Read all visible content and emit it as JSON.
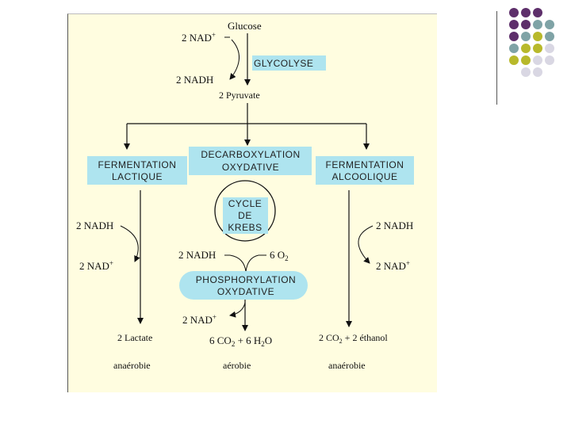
{
  "diagram": {
    "top": {
      "glucose": "Glucose",
      "nad_in": "2 NAD",
      "nad_in_sup": "+",
      "glycolyse": "GLYCOLYSE",
      "nadh_out": "2 NADH",
      "pyruvate": "2 Pyruvate"
    },
    "boxes": {
      "lactique_l1": "FERMENTATION",
      "lactique_l2": "LACTIQUE",
      "decarb_l1": "DECARBOXYLATION",
      "decarb_l2": "OXYDATIVE",
      "alcool_l1": "FERMENTATION",
      "alcool_l2": "ALCOOLIQUE",
      "krebs_l1": "CYCLE",
      "krebs_l2": "DE",
      "krebs_l3": "KREBS",
      "phospho_l1": "PHOSPHORYLATION",
      "phospho_l2": "OXYDATIVE"
    },
    "left": {
      "nadh": "2 NADH",
      "nad": "2 NAD",
      "nad_sup": "+",
      "product": "2 Lactate",
      "condition": "anaérobie"
    },
    "center": {
      "nadh": "2 NADH",
      "o2": "6 O",
      "o2_sub": "2",
      "nad": "2 NAD",
      "nad_sup": "+",
      "p1": "6 CO",
      "p1_sub": "2",
      "p2": " + 6 H",
      "p2_sub": "2",
      "p3": "O",
      "condition": "aérobie"
    },
    "right": {
      "nadh": "2 NADH",
      "nad": "2 NAD",
      "nad_sup": "+",
      "p1": "2 CO",
      "p1_sub": "2",
      "p2": " + 2 éthanol",
      "condition": "anaérobie"
    }
  },
  "decoration": {
    "dot_colors": [
      "#5e2f6b",
      "#7fa3a6",
      "#b8b92b",
      "#d9d7e3"
    ]
  }
}
